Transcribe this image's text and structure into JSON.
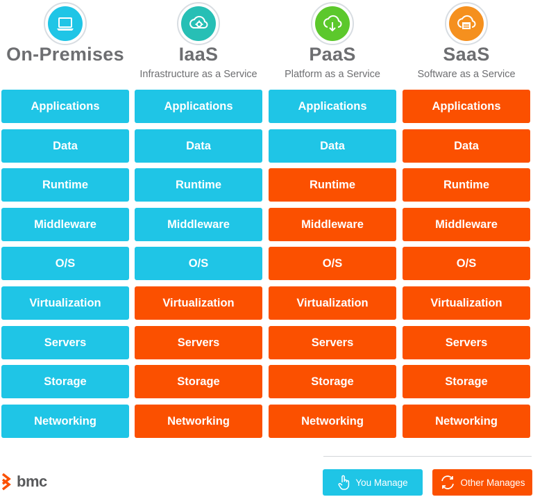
{
  "colors": {
    "you_manage": "#1fc5e6",
    "other_manages": "#fb5000"
  },
  "columns": [
    {
      "title": "On-Premises",
      "subtitle": "",
      "icon": "laptop-icon",
      "icon_color": "#1fc5e6",
      "cells": [
        {
          "label": "Applications",
          "managed_by": "you"
        },
        {
          "label": "Data",
          "managed_by": "you"
        },
        {
          "label": "Runtime",
          "managed_by": "you"
        },
        {
          "label": "Middleware",
          "managed_by": "you"
        },
        {
          "label": "O/S",
          "managed_by": "you"
        },
        {
          "label": "Virtualization",
          "managed_by": "you"
        },
        {
          "label": "Servers",
          "managed_by": "you"
        },
        {
          "label": "Storage",
          "managed_by": "you"
        },
        {
          "label": "Networking",
          "managed_by": "you"
        }
      ]
    },
    {
      "title": "IaaS",
      "subtitle": "Infrastructure as a Service",
      "icon": "cloud-gear-icon",
      "icon_color": "#27bfb5",
      "cells": [
        {
          "label": "Applications",
          "managed_by": "you"
        },
        {
          "label": "Data",
          "managed_by": "you"
        },
        {
          "label": "Runtime",
          "managed_by": "you"
        },
        {
          "label": "Middleware",
          "managed_by": "you"
        },
        {
          "label": "O/S",
          "managed_by": "you"
        },
        {
          "label": "Virtualization",
          "managed_by": "other"
        },
        {
          "label": "Servers",
          "managed_by": "other"
        },
        {
          "label": "Storage",
          "managed_by": "other"
        },
        {
          "label": "Networking",
          "managed_by": "other"
        }
      ]
    },
    {
      "title": "PaaS",
      "subtitle": "Platform as a Service",
      "icon": "cloud-download-icon",
      "icon_color": "#5cc82c",
      "cells": [
        {
          "label": "Applications",
          "managed_by": "you"
        },
        {
          "label": "Data",
          "managed_by": "you"
        },
        {
          "label": "Runtime",
          "managed_by": "other"
        },
        {
          "label": "Middleware",
          "managed_by": "other"
        },
        {
          "label": "O/S",
          "managed_by": "other"
        },
        {
          "label": "Virtualization",
          "managed_by": "other"
        },
        {
          "label": "Servers",
          "managed_by": "other"
        },
        {
          "label": "Storage",
          "managed_by": "other"
        },
        {
          "label": "Networking",
          "managed_by": "other"
        }
      ]
    },
    {
      "title": "SaaS",
      "subtitle": "Software as a Service",
      "icon": "cloud-window-icon",
      "icon_color": "#f5901e",
      "cells": [
        {
          "label": "Applications",
          "managed_by": "other"
        },
        {
          "label": "Data",
          "managed_by": "other"
        },
        {
          "label": "Runtime",
          "managed_by": "other"
        },
        {
          "label": "Middleware",
          "managed_by": "other"
        },
        {
          "label": "O/S",
          "managed_by": "other"
        },
        {
          "label": "Virtualization",
          "managed_by": "other"
        },
        {
          "label": "Servers",
          "managed_by": "other"
        },
        {
          "label": "Storage",
          "managed_by": "other"
        },
        {
          "label": "Networking",
          "managed_by": "other"
        }
      ]
    }
  ],
  "logo": {
    "text": "bmc",
    "icon": "bmc-chevron-logo-icon"
  },
  "legend": {
    "you_manage": {
      "label": "You Manage",
      "icon": "hand-pointer-icon"
    },
    "other_manages": {
      "label": "Other Manages",
      "icon": "refresh-cycle-icon"
    }
  }
}
